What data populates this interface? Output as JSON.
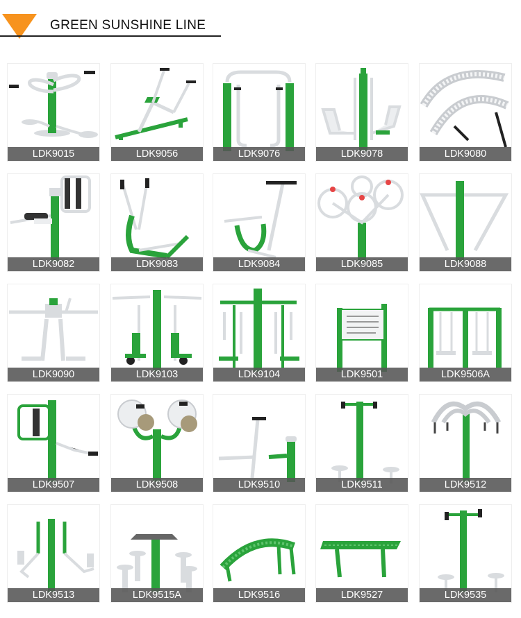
{
  "header": {
    "title": "GREEN SUNSHINE LINE",
    "accent_color": "#f7931e"
  },
  "colors": {
    "green": "#2aa33b",
    "grey": "#d9dcdf",
    "dark": "#222222",
    "label_bg": "#555555"
  },
  "products": [
    {
      "code": "LDK9015"
    },
    {
      "code": "LDK9056"
    },
    {
      "code": "LDK9076"
    },
    {
      "code": "LDK9078"
    },
    {
      "code": "LDK9080"
    },
    {
      "code": "LDK9082"
    },
    {
      "code": "LDK9083"
    },
    {
      "code": "LDK9084"
    },
    {
      "code": "LDK9085"
    },
    {
      "code": "LDK9088"
    },
    {
      "code": "LDK9090"
    },
    {
      "code": "LDK9103"
    },
    {
      "code": "LDK9104"
    },
    {
      "code": "LDK9501"
    },
    {
      "code": "LDK9506A"
    },
    {
      "code": "LDK9507"
    },
    {
      "code": "LDK9508"
    },
    {
      "code": "LDK9510"
    },
    {
      "code": "LDK9511"
    },
    {
      "code": "LDK9512"
    },
    {
      "code": "LDK9513"
    },
    {
      "code": "LDK9515A"
    },
    {
      "code": "LDK9516"
    },
    {
      "code": "LDK9527"
    },
    {
      "code": "LDK9535"
    }
  ]
}
